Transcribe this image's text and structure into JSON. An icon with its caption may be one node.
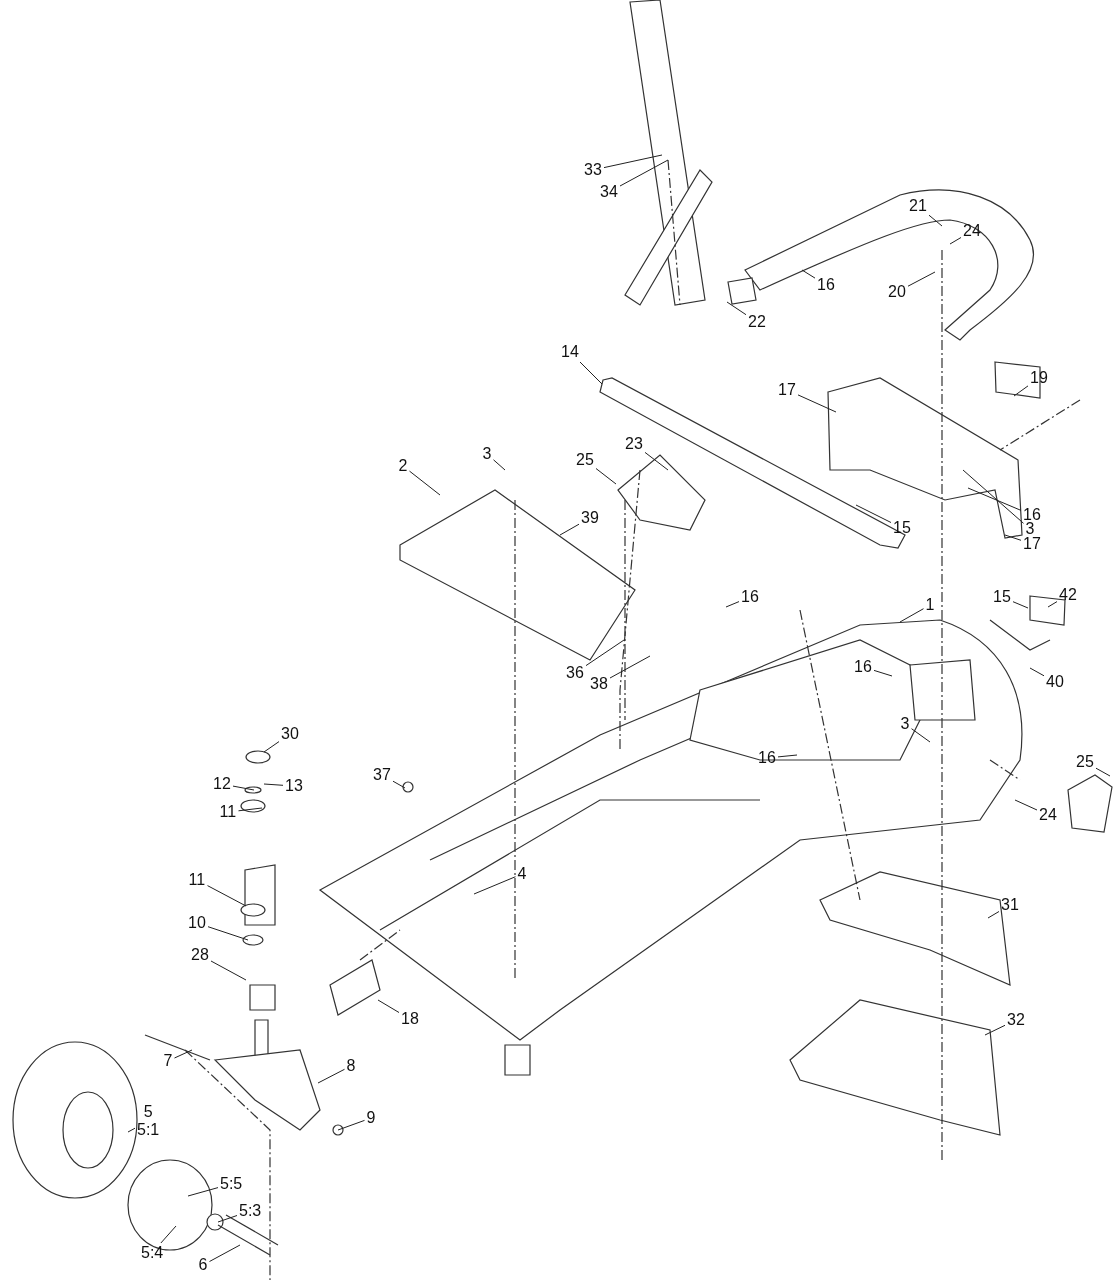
{
  "diagram": {
    "nodes": [
      {
        "text": [
          "33"
        ]
      },
      {
        "text": [
          "34"
        ]
      },
      {
        "text": [
          "21"
        ]
      },
      {
        "text": [
          "24"
        ]
      },
      {
        "text": [
          "16"
        ]
      },
      {
        "text": [
          "20"
        ]
      },
      {
        "text": [
          "22"
        ]
      },
      {
        "text": [
          "14"
        ]
      },
      {
        "text": [
          "17"
        ]
      },
      {
        "text": [
          "19"
        ]
      },
      {
        "text": [
          "3"
        ]
      },
      {
        "text": [
          "25"
        ]
      },
      {
        "text": [
          "23"
        ]
      },
      {
        "text": [
          "2"
        ]
      },
      {
        "text": [
          "39"
        ]
      },
      {
        "text": [
          "15"
        ]
      },
      {
        "text": [
          "16"
        ]
      },
      {
        "text": [
          "3"
        ]
      },
      {
        "text": [
          "17"
        ]
      },
      {
        "text": [
          "16"
        ]
      },
      {
        "text": [
          "1"
        ]
      },
      {
        "text": [
          "15"
        ]
      },
      {
        "text": [
          "42"
        ]
      },
      {
        "text": [
          "36"
        ]
      },
      {
        "text": [
          "38"
        ]
      },
      {
        "text": [
          "16"
        ]
      },
      {
        "text": [
          "40"
        ]
      },
      {
        "text": [
          "3"
        ]
      },
      {
        "text": [
          "30"
        ]
      },
      {
        "text": [
          "13"
        ]
      },
      {
        "text": [
          "12"
        ]
      },
      {
        "text": [
          "11"
        ]
      },
      {
        "text": [
          "37"
        ]
      },
      {
        "text": [
          "16"
        ]
      },
      {
        "text": [
          "25"
        ]
      },
      {
        "text": [
          "24"
        ]
      },
      {
        "text": [
          "4"
        ]
      },
      {
        "text": [
          "11"
        ]
      },
      {
        "text": [
          "10"
        ]
      },
      {
        "text": [
          "31"
        ]
      },
      {
        "text": [
          "28"
        ]
      },
      {
        "text": [
          "18"
        ]
      },
      {
        "text": [
          "32"
        ]
      },
      {
        "text": [
          "7"
        ]
      },
      {
        "text": [
          "8"
        ]
      },
      {
        "text": [
          "5",
          "5:1"
        ]
      },
      {
        "text": [
          "9"
        ]
      },
      {
        "text": [
          "5:5"
        ]
      },
      {
        "text": [
          "5:3"
        ]
      },
      {
        "text": [
          "5:4"
        ]
      },
      {
        "text": [
          "6"
        ]
      }
    ],
    "edges": [
      {
        "from": 0,
        "to": null,
        "arrow": "none"
      },
      {
        "from": 1,
        "to": null,
        "arrow": "none"
      },
      {
        "from": 2,
        "to": null,
        "arrow": "none"
      },
      {
        "from": 3,
        "to": null,
        "arrow": "none"
      },
      {
        "from": 4,
        "to": null,
        "arrow": "none"
      },
      {
        "from": 5,
        "to": null,
        "arrow": "none"
      },
      {
        "from": 6,
        "to": null,
        "arrow": "none"
      },
      {
        "from": 7,
        "to": null,
        "arrow": "none"
      },
      {
        "from": 8,
        "to": null,
        "arrow": "none"
      },
      {
        "from": 9,
        "to": null,
        "arrow": "none"
      },
      {
        "from": 10,
        "to": null,
        "arrow": "none"
      },
      {
        "from": 11,
        "to": null,
        "arrow": "none"
      },
      {
        "from": 12,
        "to": null,
        "arrow": "none"
      },
      {
        "from": 13,
        "to": null,
        "arrow": "none"
      },
      {
        "from": 14,
        "to": null,
        "arrow": "none"
      },
      {
        "from": 15,
        "to": null,
        "arrow": "none"
      },
      {
        "from": 16,
        "to": null,
        "arrow": "none"
      },
      {
        "from": 17,
        "to": null,
        "arrow": "none"
      },
      {
        "from": 18,
        "to": null,
        "arrow": "none"
      },
      {
        "from": 19,
        "to": null,
        "arrow": "none"
      },
      {
        "from": 20,
        "to": null,
        "arrow": "none"
      },
      {
        "from": 21,
        "to": null,
        "arrow": "none"
      },
      {
        "from": 22,
        "to": null,
        "arrow": "none"
      },
      {
        "from": 23,
        "to": null,
        "arrow": "none"
      },
      {
        "from": 24,
        "to": null,
        "arrow": "none"
      },
      {
        "from": 25,
        "to": null,
        "arrow": "none"
      },
      {
        "from": 26,
        "to": null,
        "arrow": "none"
      },
      {
        "from": 27,
        "to": null,
        "arrow": "none"
      },
      {
        "from": 28,
        "to": null,
        "arrow": "none"
      },
      {
        "from": 29,
        "to": null,
        "arrow": "none"
      },
      {
        "from": 30,
        "to": null,
        "arrow": "none"
      },
      {
        "from": 31,
        "to": null,
        "arrow": "none"
      },
      {
        "from": 32,
        "to": null,
        "arrow": "none"
      },
      {
        "from": 33,
        "to": null,
        "arrow": "none"
      },
      {
        "from": 34,
        "to": null,
        "arrow": "none"
      },
      {
        "from": 35,
        "to": null,
        "arrow": "none"
      },
      {
        "from": 36,
        "to": null,
        "arrow": "none"
      },
      {
        "from": 37,
        "to": null,
        "arrow": "none"
      },
      {
        "from": 38,
        "to": null,
        "arrow": "none"
      },
      {
        "from": 39,
        "to": null,
        "arrow": "none"
      },
      {
        "from": 40,
        "to": null,
        "arrow": "none"
      },
      {
        "from": 41,
        "to": null,
        "arrow": "none"
      },
      {
        "from": 42,
        "to": null,
        "arrow": "none"
      },
      {
        "from": 43,
        "to": null,
        "arrow": "none"
      },
      {
        "from": 44,
        "to": null,
        "arrow": "none"
      },
      {
        "from": 45,
        "to": null,
        "arrow": "none"
      },
      {
        "from": 46,
        "to": null,
        "arrow": "none"
      },
      {
        "from": 47,
        "to": null,
        "arrow": "none"
      },
      {
        "from": 48,
        "to": null,
        "arrow": "none"
      },
      {
        "from": 49,
        "to": null,
        "arrow": "none"
      },
      {
        "from": 50,
        "to": null,
        "arrow": "none"
      }
    ]
  }
}
